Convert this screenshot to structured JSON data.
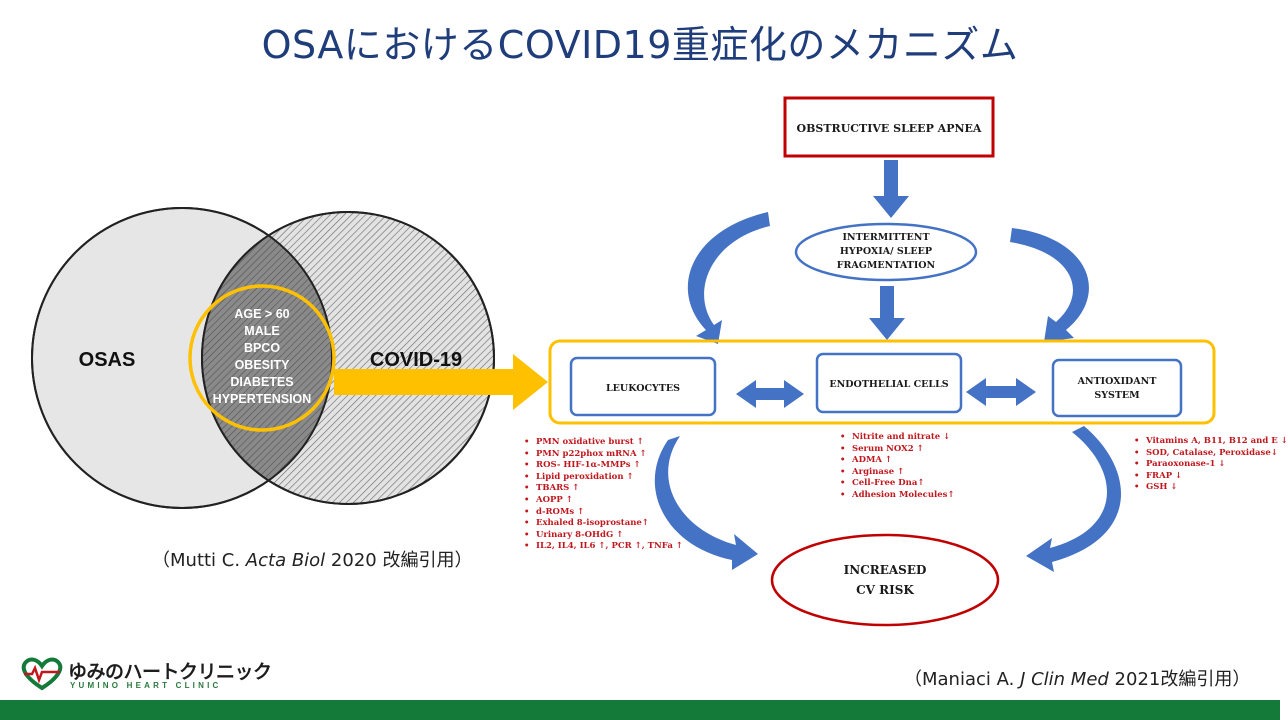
{
  "title": "OSAにおけるCOVID19重症化のメカニズム",
  "venn": {
    "left_label": "OSAS",
    "right_label": "COVID-19",
    "overlap_items": [
      "AGE > 60",
      "MALE",
      "BPCO",
      "OBESITY",
      "DIABETES",
      "HYPERTENSION"
    ]
  },
  "citation_left": {
    "prefix": "（Mutti C. ",
    "journal": "Acta Biol",
    "suffix": " 2020 改編引用）"
  },
  "citation_right": {
    "prefix": "（Maniaci A. ",
    "journal": "J Clin Med",
    "suffix": " 2021改編引用）"
  },
  "flow": {
    "osa_box": "OBSTRUCTIVE SLEEP APNEA",
    "hypoxia_lines": [
      "INTERMITTENT",
      "HYPOXIA/ SLEEP",
      "FRAGMENTATION"
    ],
    "leukocytes": "LEUKOCYTES",
    "endothelial": "ENDOTHELIAL CELLS",
    "antioxidant_lines": [
      "ANTIOXIDANT",
      "SYSTEM"
    ],
    "risk_lines": [
      "INCREASED",
      "CV RISK"
    ]
  },
  "lists": {
    "leukocytes": [
      "PMN oxidative burst ↑",
      "PMN p22phox mRNA ↑",
      "ROS- HIF-1α-MMPs ↑",
      "Lipid peroxidation ↑",
      "TBARS ↑",
      "AOPP ↑",
      "d-ROMs ↑",
      "Exhaled 8-isoprostane↑",
      "Urinary 8-OHdG ↑",
      "IL2, IL4, IL6 ↑, PCR ↑, TNFa ↑"
    ],
    "endothelial": [
      "Nitrite and nitrate ↓",
      "Serum NOX2 ↑",
      "ADMA ↑",
      "Arginase ↑",
      "Cell-Free Dna↑",
      "Adhesion Molecules↑"
    ],
    "antioxidant": [
      "Vitamins A, B11, B12 and E ↓",
      "SOD, Catalase, Peroxidase↓",
      "Paraoxonase-1 ↓",
      "FRAP ↓",
      "GSH ↓"
    ]
  },
  "logo": {
    "name": "ゆみのハートクリニック",
    "sub": "YUMINO HEART CLINIC"
  },
  "colors": {
    "title": "#1f3d7a",
    "accent_yellow": "#ffc000",
    "flow_blue": "#4472c4",
    "osa_red": "#c00000",
    "brand_green": "#137a3a"
  }
}
